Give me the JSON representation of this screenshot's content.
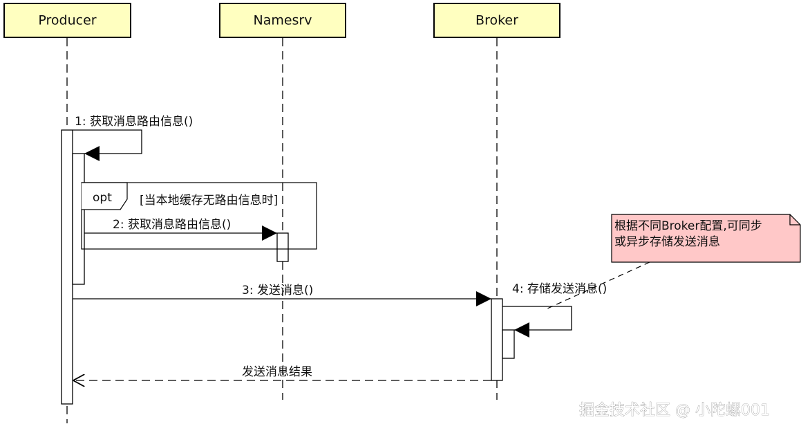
{
  "participants": [
    {
      "id": "producer",
      "label": "Producer"
    },
    {
      "id": "namesrv",
      "label": "Namesrv"
    },
    {
      "id": "broker",
      "label": "Broker"
    }
  ],
  "messages": [
    {
      "id": "m1",
      "label": "1: 获取消息路由信息()"
    },
    {
      "id": "m2",
      "label": "2: 获取消息路由信息()"
    },
    {
      "id": "m3",
      "label": "3: 发送消息()"
    },
    {
      "id": "m4",
      "label": "4: 存储发送消息()"
    },
    {
      "id": "m5",
      "label": "发送消息结果"
    }
  ],
  "fragment": {
    "operator": "opt",
    "guard": "[当本地缓存无路由信息时]"
  },
  "note": {
    "lines": [
      "根据不同Broker配置,可同步",
      "或异步存储发送消息"
    ]
  },
  "watermark": "掘金技术社区 @ 小陀螺001",
  "colors": {
    "participant_fill": "#ffffc0",
    "note_fill": "#ffc8c8"
  }
}
